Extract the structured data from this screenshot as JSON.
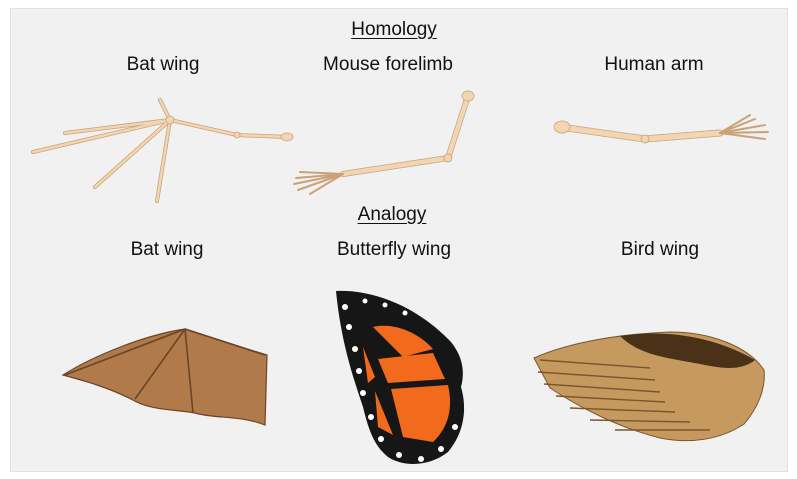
{
  "sections": {
    "homology": {
      "heading": "Homology",
      "labels": [
        "Bat wing",
        "Mouse forelimb",
        "Human arm"
      ]
    },
    "analogy": {
      "heading": "Analogy",
      "labels": [
        "Bat wing",
        "Butterfly wing",
        "Bird wing"
      ]
    }
  },
  "colors": {
    "background": "#f1f1f1",
    "bone": "#f2d6b3",
    "bone_outline": "#c9a27a",
    "bat_membrane": "#b17a4b",
    "butterfly_orange": "#f26a1b",
    "butterfly_black": "#161616",
    "bird_feather": "#c69a5e",
    "bird_dark": "#4a3218"
  },
  "icons": {
    "bat_skeleton": "bat-wing-skeleton-icon",
    "mouse_skeleton": "mouse-forelimb-skeleton-icon",
    "human_skeleton": "human-arm-skeleton-icon",
    "bat_wing": "bat-wing-icon",
    "butterfly_wing": "butterfly-wing-icon",
    "bird_wing": "bird-wing-icon"
  }
}
